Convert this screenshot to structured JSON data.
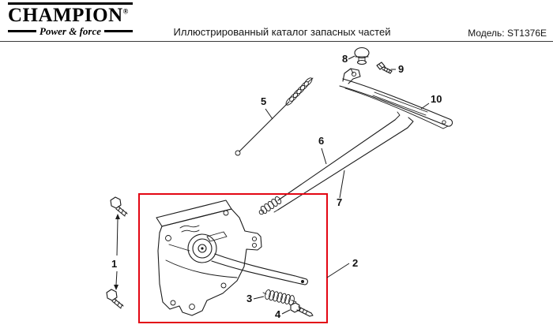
{
  "header": {
    "brand_name": "CHAMPION",
    "brand_registered": "®",
    "brand_tagline": "Power & force",
    "title": "Иллюстрированный каталог запасных частей",
    "model_text": "Модель: ST1376E"
  },
  "diagram": {
    "highlight_color": "#e30613",
    "callouts": [
      {
        "label": "1"
      },
      {
        "label": "2"
      },
      {
        "label": "3"
      },
      {
        "label": "4"
      },
      {
        "label": "5"
      },
      {
        "label": "6"
      },
      {
        "label": "7"
      },
      {
        "label": "8"
      },
      {
        "label": "9"
      },
      {
        "label": "10"
      }
    ]
  }
}
